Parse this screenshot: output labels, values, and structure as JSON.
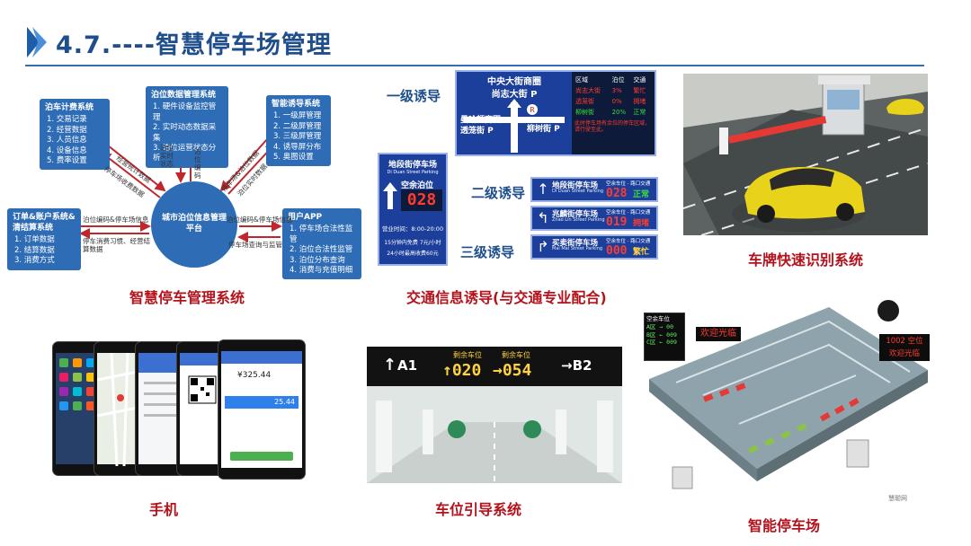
{
  "header": {
    "title": "4.7.----智慧停车场管理"
  },
  "captions": {
    "management": "智慧停车管理系统",
    "traffic": "交通信息诱导(与交通专业配合)",
    "plate": "车牌快速识别系统",
    "phone": "手机",
    "guidance": "车位引导系统",
    "smart": "智能停车场"
  },
  "management_diagram": {
    "center": "城市泊位信息管理平台",
    "boxes": {
      "billing": {
        "title": "泊车计费系统",
        "items": [
          "1. 交易记录",
          "2. 经营数据",
          "3. 人员信息",
          "4. 设备信息",
          "5. 费率设置"
        ]
      },
      "berth": {
        "title": "泊位数据管理系统",
        "items": [
          "1. 硬件设备监控管理",
          "2. 实时动态数据采集",
          "3. 泊位运营状态分析"
        ]
      },
      "guide": {
        "title": "智能诱导系统",
        "items": [
          "1. 一级屏管理",
          "2. 二级屏管理",
          "3. 三级屏管理",
          "4. 诱导屏分布",
          "5. 奥图设置"
        ]
      },
      "order": {
        "title": "订单&账户系统&清结算系统",
        "items": [
          "1. 订单数据",
          "2. 结算数据",
          "3. 消费方式"
        ]
      },
      "app": {
        "title": "用户APP",
        "items": [
          "1. 停车场合法性监管",
          "2. 泊位合法性监管",
          "3. 泊位分布查询",
          "4. 消费与充值明细"
        ]
      }
    },
    "edges": {
      "e1": "经营统计数据",
      "e2": "停车场收费数据",
      "e3": "泊位实时状态",
      "e4": "泊位编码",
      "e5": "停车场&泊位数据",
      "e6": "泊位实时数据",
      "e7": "泊位编码&停车场信息",
      "e8": "停车消费习惯、经营结算数据",
      "e9": "泊位编码&停车场信息",
      "e10": "停车场查询与监管"
    }
  },
  "traffic_signs": {
    "levels": [
      "一级诱导",
      "二级诱导",
      "三级诱导"
    ],
    "big": {
      "top": "中央大街商圈",
      "street": "尚志大街 P",
      "left1": "曼哈顿商圈",
      "left2": "透笼街 P",
      "right": "柳树街 P",
      "table_head": [
        "区域",
        "泊位",
        "交通"
      ],
      "rows": [
        [
          "尚志大街",
          "3%",
          "繁忙"
        ],
        [
          "透笼街",
          "0%",
          "拥堵"
        ],
        [
          "柳树街",
          "20%",
          "正常"
        ]
      ],
      "note": "此时停车场有余位的停车区域，请行驶至此。"
    },
    "mid": {
      "name": "地段街停车场",
      "en": "Di Duan Street Parking",
      "label": "空余泊位",
      "count": "028",
      "hours": "营业时间：8:00-20:00",
      "fee1": "15分钟内免费   7元/小时",
      "fee2": "24小时最高收费60元"
    },
    "rows": [
      {
        "arrow": "↑",
        "name": "地段街停车场",
        "en": "Di Duan Street Parking",
        "kw": "空余车位 · 路口交通",
        "num": "028",
        "status": "正常",
        "color": "#3ddc3d"
      },
      {
        "arrow": "↰",
        "name": "兆麟街停车场",
        "en": "Zhao Lin Street Parking",
        "kw": "空余车位 · 路口交通",
        "num": "019",
        "status": "拥堵",
        "color": "#ff3b2f"
      },
      {
        "arrow": "↱",
        "name": "买卖街停车场",
        "en": "Mai Mai Street Parking",
        "kw": "空余车位 · 路口交通",
        "num": "000",
        "status": "繁忙",
        "color": "#ffd23f"
      }
    ]
  },
  "phone_screens": {
    "amount": "¥325.44",
    "amount2": "25.44"
  },
  "garage_board": {
    "left": "A1",
    "center_label": "剩余车位",
    "num1": "020",
    "num2": "054",
    "right": "B2"
  },
  "smart_lot": {
    "board1": [
      "空余车位",
      "A区 → 00",
      "B区 ← 009",
      "C区 ← 009"
    ],
    "board2": "欢迎光临",
    "board3": [
      "1002 空位",
      "欢迎光临"
    ],
    "watermark": "慧聪网"
  }
}
